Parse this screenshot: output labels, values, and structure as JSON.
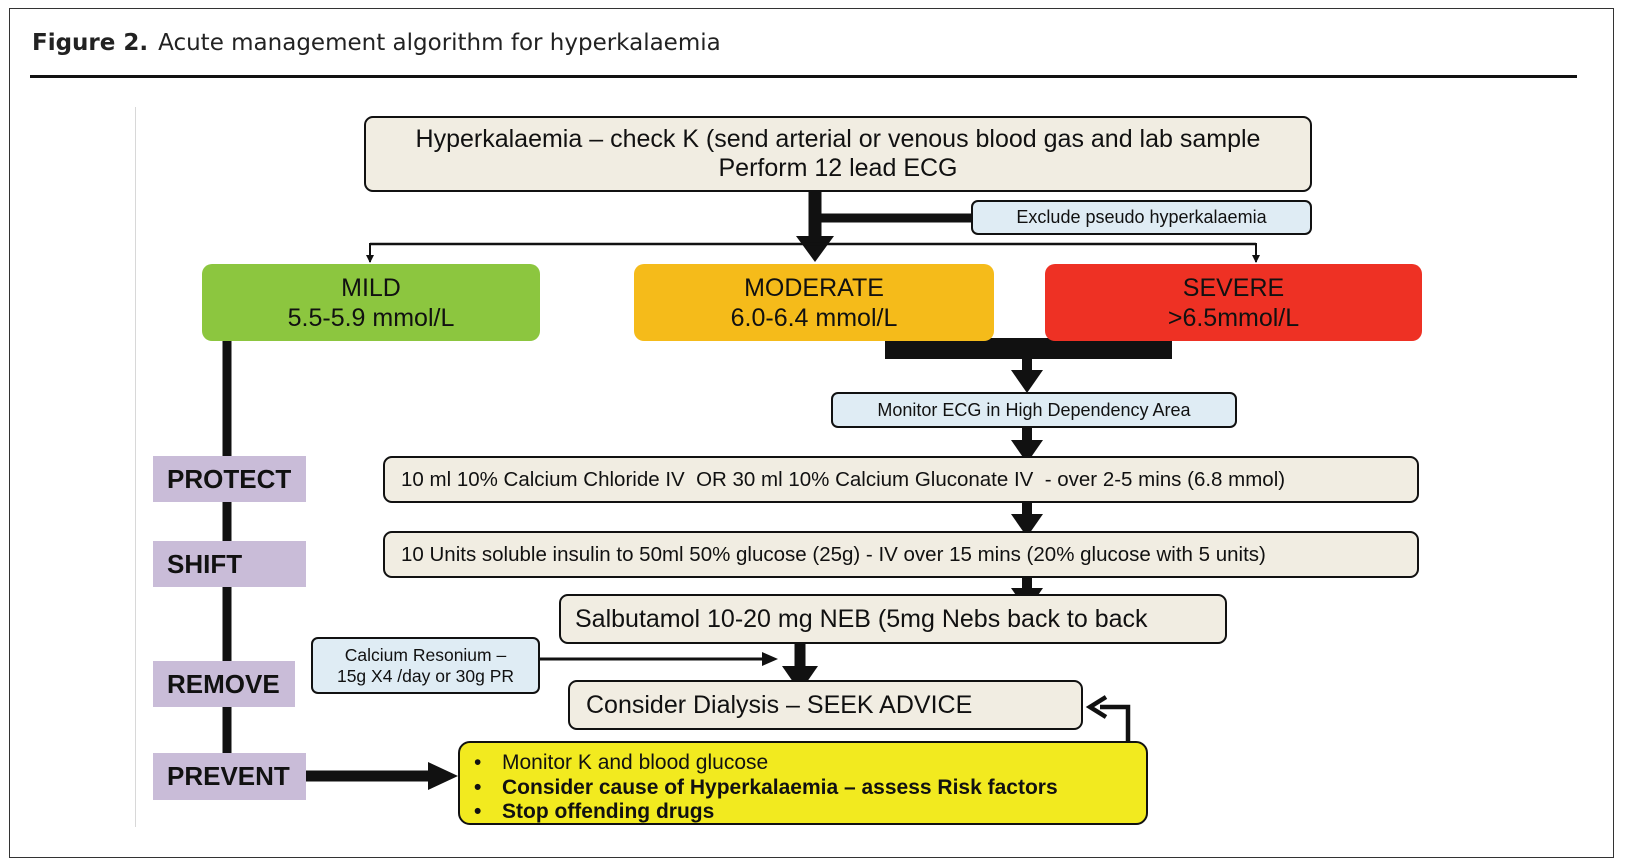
{
  "figure": {
    "label": "Figure 2.",
    "caption": "Acute management algorithm for hyperkalaemia"
  },
  "top_box": {
    "line1": "Hyperkalaemia – check K (send arterial or venous blood gas and lab sample",
    "line2": "Perform 12 lead ECG"
  },
  "exclude_pseudo": "Exclude pseudo hyperkalaemia",
  "severity": {
    "mild": {
      "label": "MILD",
      "range": "5.5-5.9 mmol/L",
      "color": "#8cc63f"
    },
    "moderate": {
      "label": "MODERATE",
      "range": "6.0-6.4 mmol/L",
      "color": "#f5bb1a"
    },
    "severe": {
      "label": "SEVERE",
      "range": ">6.5mmol/L",
      "color": "#ee3124"
    }
  },
  "monitor_ecg": "Monitor ECG in High Dependency Area",
  "stages": {
    "protect": "PROTECT",
    "shift": "SHIFT",
    "remove": "REMOVE",
    "prevent": "PREVENT"
  },
  "steps": {
    "calcium": "10 ml 10% Calcium Chloride IV  OR 30 ml 10% Calcium Gluconate IV  - over 2-5 mins (6.8 mmol)",
    "insulin": "10 Units soluble insulin to 50ml 50% glucose (25g) - IV over 15 mins (20% glucose with 5 units)",
    "salbutamol": "Salbutamol 10-20 mg NEB (5mg Nebs back to back",
    "resonium_line1": "Calcium Resonium –",
    "resonium_line2": "15g X4 /day or 30g PR",
    "dialysis": "Consider Dialysis – SEEK ADVICE"
  },
  "prevent_box": {
    "bullet": "•",
    "items": [
      "Monitor K and blood glucose",
      "Consider cause of Hyperkalaemia – assess Risk factors",
      "Stop offending drugs"
    ]
  }
}
